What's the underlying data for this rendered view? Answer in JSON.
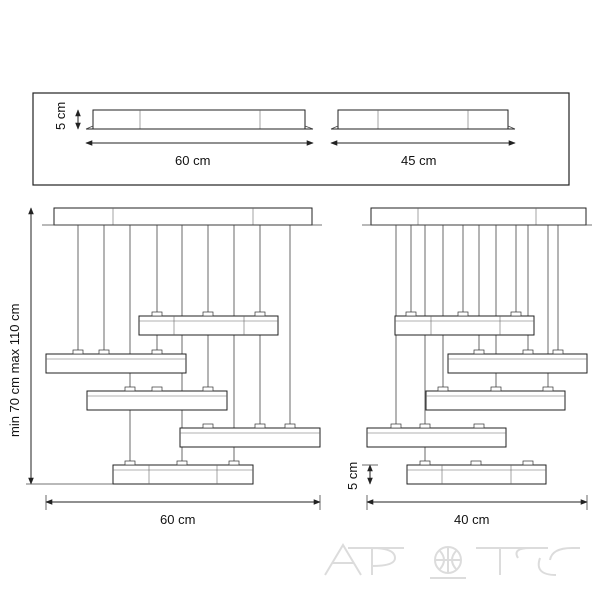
{
  "labels": {
    "top_height": "5 cm",
    "top_left_width": "60 cm",
    "top_right_width": "45 cm",
    "vertical_range": "min 70 cm max 110 cm",
    "bottom_left_width": "60 cm",
    "bottom_right_height": "5 cm",
    "bottom_right_width": "40 cm"
  }
}
